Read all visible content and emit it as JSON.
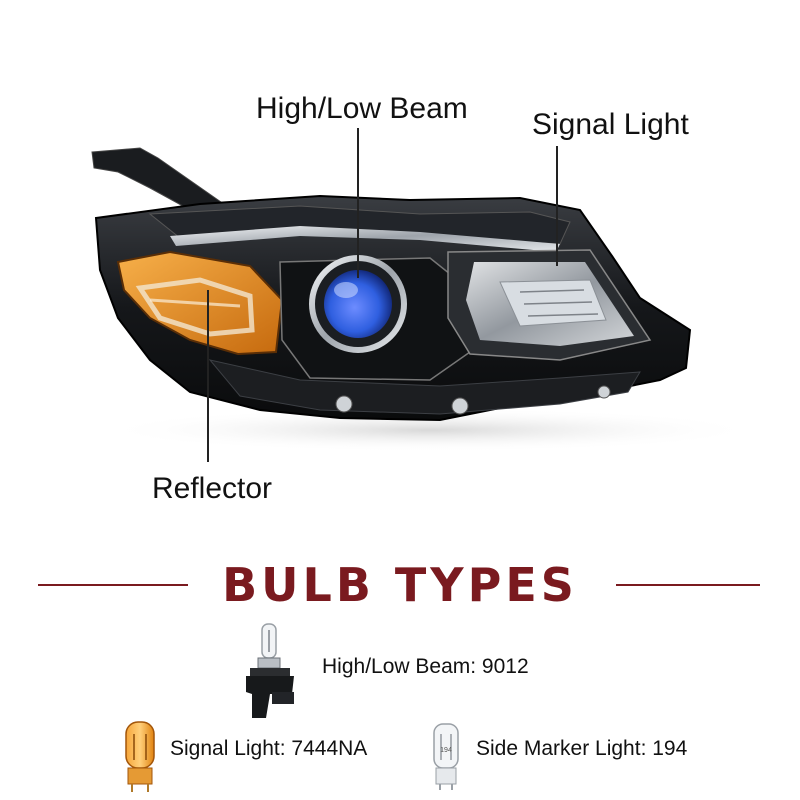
{
  "callouts": {
    "high_low_beam": "High/Low Beam",
    "signal_light": "Signal Light",
    "reflector": "Reflector"
  },
  "section": {
    "title": "BULB TYPES"
  },
  "bulbs": {
    "high_low_beam": "High/Low Beam: 9012",
    "signal_light": "Signal Light: 7444NA",
    "side_marker": "Side Marker Light: 194",
    "side_marker_print": "194"
  },
  "colors": {
    "accent": "#7a1a1f",
    "amber": "#e88a1a",
    "projector_blue": "#2f5fe0"
  }
}
